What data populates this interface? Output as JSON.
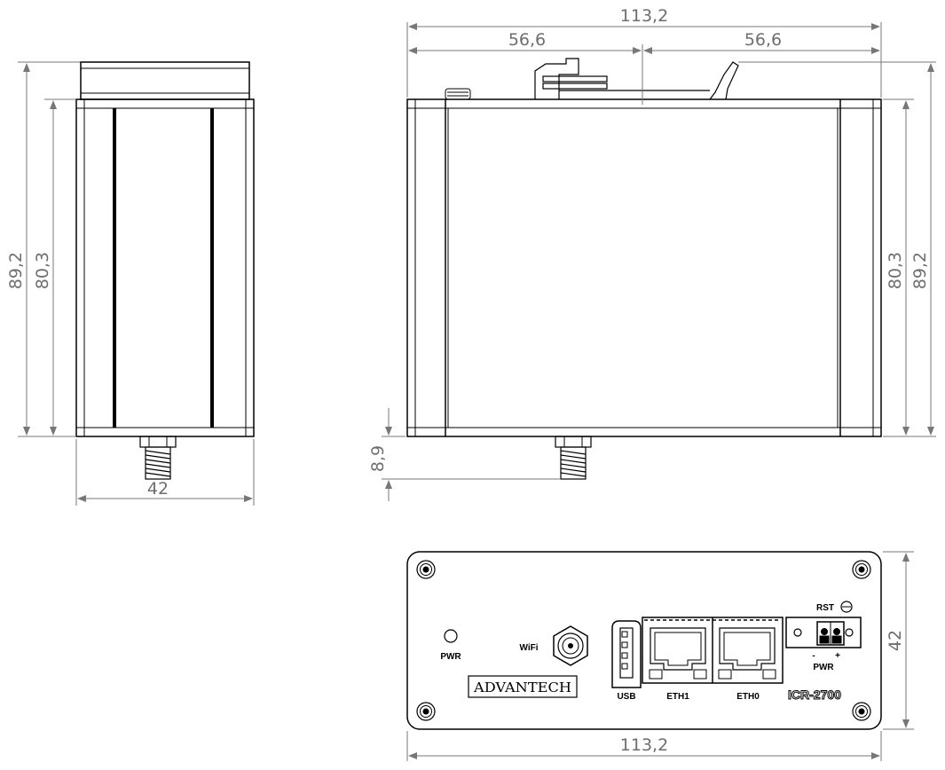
{
  "dimensions": {
    "side_width": "42",
    "side_height_outer": "89,2",
    "side_height_body": "80,3",
    "top_total_width": "113,2",
    "top_half_left": "56,6",
    "top_half_right": "56,6",
    "top_height_body": "80,3",
    "top_height_outer": "89,2",
    "connector_height": "8,9",
    "front_width": "113,2",
    "front_height": "42"
  },
  "front_panel": {
    "pwr_led_label": "PWR",
    "wifi_label": "WiFi",
    "usb_label": "USB",
    "eth1_label": "ETH1",
    "eth0_label": "ETH0",
    "rst_label": "RST",
    "power_label": "PWR",
    "minus_label": "-",
    "plus_label": "+",
    "brand": "ADVANTECH",
    "model": "ICR-2700"
  },
  "colors": {
    "line": "#000000",
    "dimension": "#777777",
    "dimension_text": "#6e6e6e"
  }
}
